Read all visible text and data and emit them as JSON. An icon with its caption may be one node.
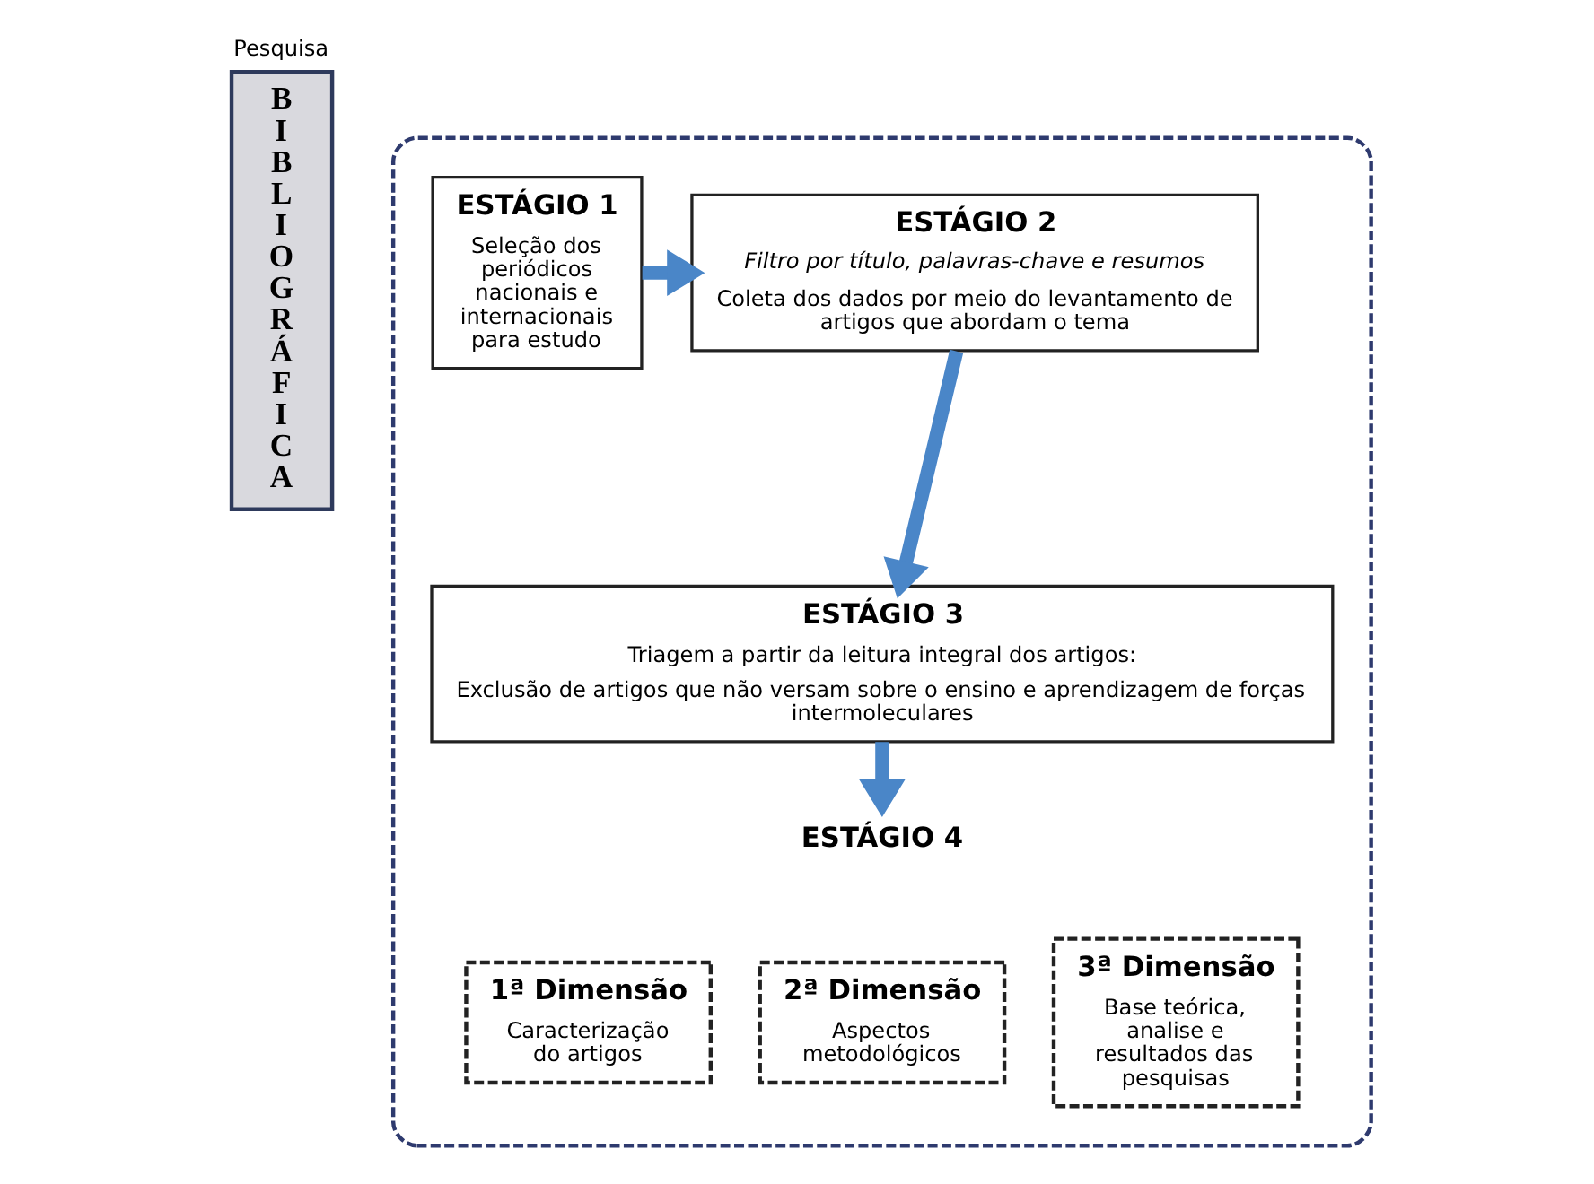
{
  "diagram": {
    "nodes": [
      {
        "text": [
          "Pesquisa",
          "BIBLIOGRÁFICA"
        ]
      },
      {
        "text": [],
        "shape": "box"
      },
      {
        "text": [
          "ESTÁGIO 1",
          "Seleção dos periódicos nacionais e internacionais para estudo"
        ],
        "in": 1
      },
      {
        "text": [
          "ESTÁGIO 2",
          "Filtro por título, palavras-chave e resumos",
          "Coleta dos dados por meio do levantamento de artigos que abordam o tema"
        ],
        "in": 1
      },
      {
        "text": [
          "ESTÁGIO 3",
          "Triagem a partir da leitura integral dos artigos:",
          "Exclusão de artigos que não versam sobre o ensino e aprendizagem de forças intermoleculares"
        ],
        "in": 1
      },
      {
        "text": [
          "ESTÁGIO 4"
        ],
        "in": 1
      },
      {
        "text": [
          "1ª Dimensão",
          "Caracterização do artigos"
        ],
        "in": 1
      },
      {
        "text": [
          "2ª Dimensão",
          "Aspectos metodológicos"
        ],
        "in": 1
      },
      {
        "text": [
          "3ª Dimensão",
          "Base teórica, analise e resultados das pesquisas"
        ],
        "in": 1
      }
    ],
    "edges": [
      {
        "from": 2,
        "to": 3,
        "arrow": "to"
      },
      {
        "from": 3,
        "to": 4,
        "arrow": "to"
      },
      {
        "from": 4,
        "to": 5,
        "arrow": "to"
      }
    ]
  }
}
